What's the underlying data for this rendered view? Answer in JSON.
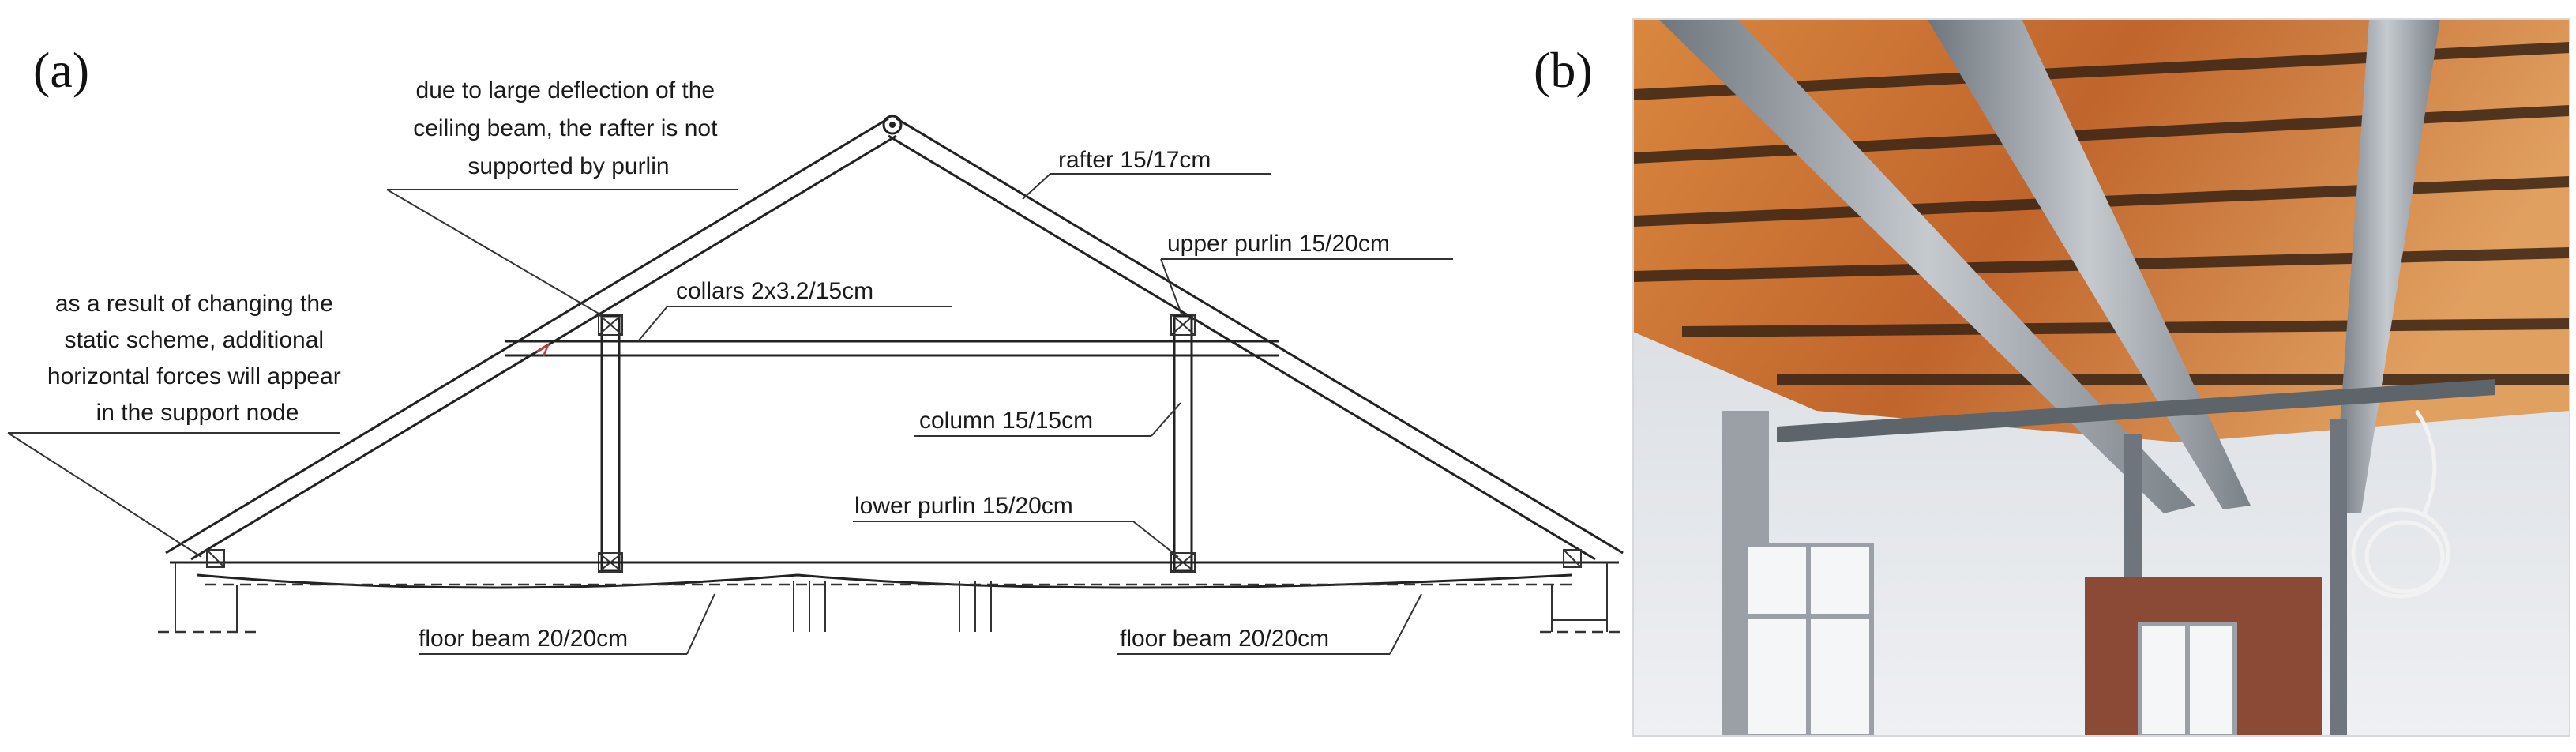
{
  "panels": {
    "a": "(a)",
    "b": "(b)"
  },
  "labels": {
    "deflection": [
      "due to large deflection of the",
      "ceiling beam, the rafter is not",
      "supported by purlin"
    ],
    "static_scheme": [
      "as a result of changing the",
      "static scheme, additional",
      "horizontal forces will appear",
      "in the support node"
    ],
    "rafter": "rafter 15/17cm",
    "upper_purlin": "upper purlin 15/20cm",
    "collars": "collars 2x3.2/15cm",
    "column": "column 15/15cm",
    "lower_purlin": "lower purlin 15/20cm",
    "floor_beam_left": "floor beam 20/20cm",
    "floor_beam_right": "floor beam 20/20cm"
  },
  "colors": {
    "line": "#222222",
    "photo_wood": "#c8743a",
    "photo_steel": "#8e949a",
    "photo_wall": "#e4e6ea",
    "photo_brick": "#8a4a36"
  }
}
